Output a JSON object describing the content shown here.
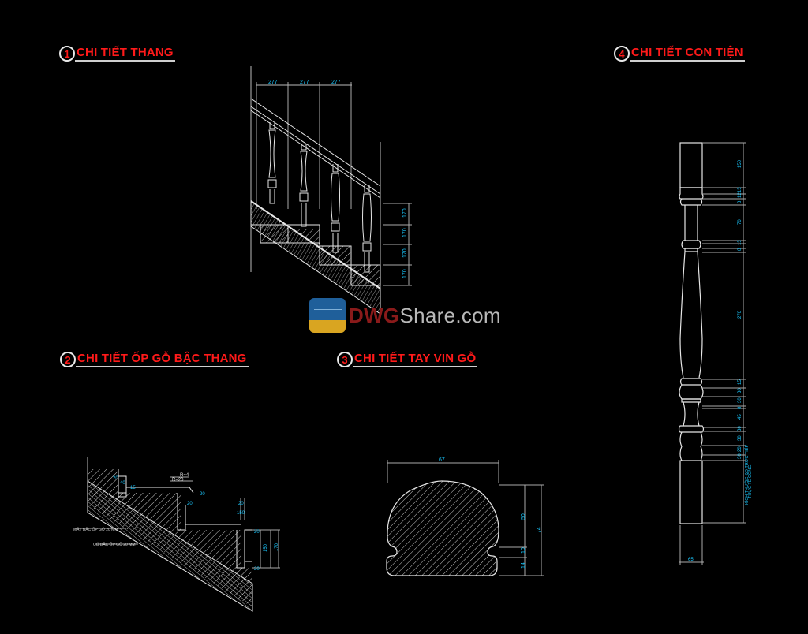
{
  "sections": [
    {
      "number": "1",
      "title": "CHI TIẾT THANG"
    },
    {
      "number": "2",
      "title": "CHI TIẾT ỐP GỖ BẬC THANG"
    },
    {
      "number": "3",
      "title": "CHI TIẾT TAY VIN GỖ"
    },
    {
      "number": "4",
      "title": "CHI TIẾT CON TIỆN"
    }
  ],
  "watermark": {
    "brand_red": "DWG",
    "brand_gray": "Share.com"
  },
  "stair_detail": {
    "top_dims": [
      "277",
      "277",
      "277"
    ],
    "riser_dims": [
      "170",
      "170",
      "170",
      "170"
    ]
  },
  "cladding_detail": {
    "labels": [
      "MẶT BẬC ỐP GỖ 20 MM",
      "CỔ BẬC ỐP GỖ 20 MM"
    ],
    "dims": [
      "20",
      "40",
      "15",
      "R=4",
      "R=20",
      "20",
      "150",
      "20",
      "170",
      "20"
    ]
  },
  "handrail_detail": {
    "width": "67",
    "dims_right": [
      "50",
      "10",
      "14",
      "74"
    ]
  },
  "baluster_detail": {
    "top_block": "150",
    "dims": [
      "150",
      "15",
      "12",
      "8",
      "70",
      "15",
      "8",
      "270",
      "15",
      "30",
      "30",
      "8",
      "45",
      "30",
      "30",
      "20",
      "30"
    ],
    "note_1": "KÍCH THƯỚC ĐO TRỰC TIẾP",
    "note_2": "THỰC TẾ CÔNG",
    "bottom_width": "65"
  },
  "colors": {
    "title_red": "#ff1a1a",
    "dim_cyan": "#19c8ff",
    "line_white": "#e6e6e6",
    "bg": "#000000"
  }
}
